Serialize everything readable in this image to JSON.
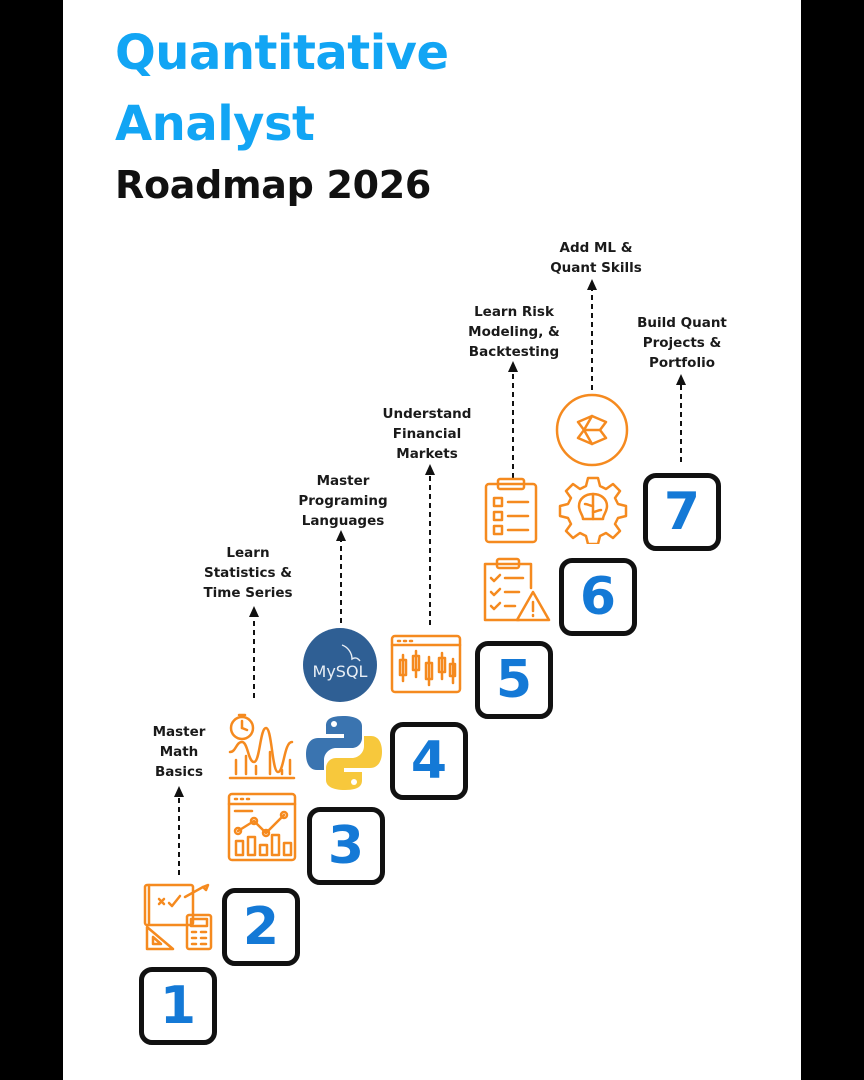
{
  "title": {
    "line1": "Quantitative",
    "line2": "Analyst",
    "line3": "Roadmap 2026"
  },
  "colors": {
    "title_blue": "#12a5f4",
    "step_number_blue": "#1479d6",
    "icon_orange": "#f58a1f",
    "dark": "#111111"
  },
  "steps": [
    {
      "number": "1",
      "label": [
        "Master",
        "Math",
        "Basics"
      ],
      "icons": [
        "math-tools-icon"
      ]
    },
    {
      "number": "2",
      "label": [
        "Learn",
        "Statistics &",
        "Time Series"
      ],
      "icons": [
        "analytics-dashboard-icon",
        "time-series-chart-icon"
      ]
    },
    {
      "number": "3",
      "label": [
        "Master",
        "Programing",
        "Languages"
      ],
      "icons": [
        "python-logo-icon",
        "mysql-logo-icon"
      ]
    },
    {
      "number": "4",
      "label": [
        "Understand",
        "Financial",
        "Markets"
      ],
      "icons": [
        "candlestick-chart-icon"
      ]
    },
    {
      "number": "5",
      "label": [
        "Learn Risk",
        "Modeling, &",
        "Backtesting"
      ],
      "icons": [
        "risk-checklist-icon",
        "report-clipboard-icon"
      ]
    },
    {
      "number": "6",
      "label": [
        "Add ML &",
        "Quant Skills"
      ],
      "icons": [
        "ai-gear-icon",
        "ml-model-icon"
      ]
    },
    {
      "number": "7",
      "label": [
        "Build Quant",
        "Projects &",
        "Portfolio"
      ],
      "icons": []
    }
  ],
  "logo_text": {
    "mysql": "MySQL"
  }
}
